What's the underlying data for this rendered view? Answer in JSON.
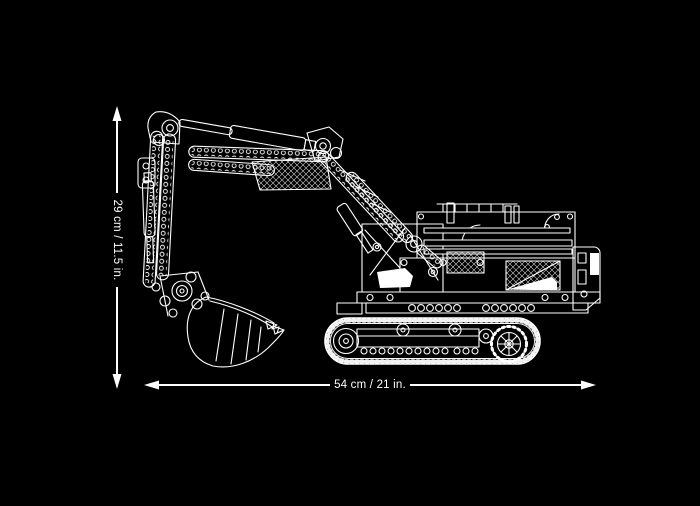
{
  "page": {
    "background_color": "#000000",
    "artwork_color": "#ffffff"
  },
  "figure": {
    "name": "lego-technic-crawler-excavator-dimension-diagram",
    "height_dimension": {
      "label": "29 cm / 11.5 in."
    },
    "width_dimension": {
      "label": "54 cm / 21 in."
    },
    "illustration_parts": [
      "bucket",
      "stick",
      "boom",
      "hydraulic-cylinders",
      "superstructure",
      "engine-deck",
      "counterweight",
      "crawler-track"
    ]
  }
}
